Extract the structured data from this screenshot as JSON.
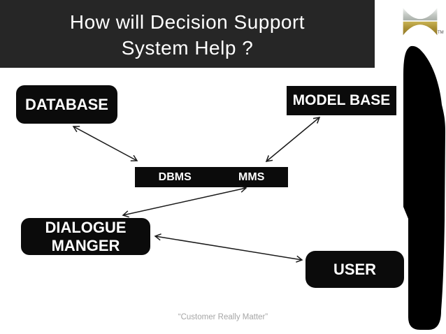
{
  "slide": {
    "title": "How will Decision Support\nSystem Help ?",
    "footer": "“Customer Really Matter”"
  },
  "logo": {
    "trademark": "TM"
  },
  "diagram": {
    "boxes": {
      "database": {
        "label": "DATABASE"
      },
      "model_base": {
        "label": "MODEL BASE"
      },
      "dbms": {
        "label": "DBMS"
      },
      "mms": {
        "label": "MMS"
      },
      "dialogue_manager": {
        "label": "DIALOGUE\nMANGER"
      },
      "user": {
        "label": "USER"
      }
    },
    "arrows": [
      {
        "from": "database",
        "to": "dbms",
        "bidirectional": true
      },
      {
        "from": "model_base",
        "to": "mms",
        "bidirectional": true
      },
      {
        "from": "dbms_mms",
        "to": "dialogue_manager",
        "bidirectional": true
      },
      {
        "from": "dialogue_manager",
        "to": "user",
        "bidirectional": true
      }
    ]
  },
  "colors": {
    "title_bg": "#262626",
    "title_text": "#ffffff",
    "box_bg": "#0b0b0b",
    "box_text": "#ffffff",
    "arrow": "#1a1a1a",
    "footer_text": "#a6a6a6",
    "logo_silver": "#c4c9c4",
    "logo_gold": "#a88f33",
    "shape_black": "#000000"
  }
}
